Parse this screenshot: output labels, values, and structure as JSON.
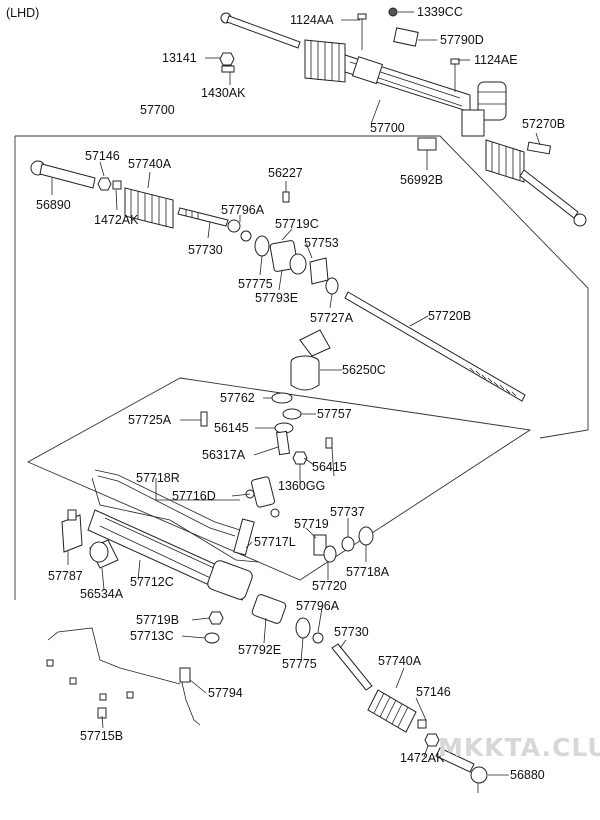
{
  "header": {
    "variant": "(LHD)"
  },
  "watermark": "MKKTA.CLUB",
  "labels": {
    "p1124AA": "1124AA",
    "p1339CC": "1339CC",
    "p57790D": "57790D",
    "p13141": "13141",
    "p1124AE": "1124AE",
    "p1430AK": "1430AK",
    "p57700_top": "57700",
    "p57700_asm": "57700",
    "p57270B": "57270B",
    "p56992B": "56992B",
    "p57146_top": "57146",
    "p57740A_top": "57740A",
    "p56890": "56890",
    "p1472AK_top": "1472AK",
    "p56227": "56227",
    "p57796A_top": "57796A",
    "p57719C": "57719C",
    "p57730_top": "57730",
    "p57753": "57753",
    "p57775_top": "57775",
    "p57793E": "57793E",
    "p57727A": "57727A",
    "p57720B": "57720B",
    "p56250C": "56250C",
    "p57762": "57762",
    "p57757": "57757",
    "p57725A": "57725A",
    "p56145": "56145",
    "p56317A": "56317A",
    "p56415": "56415",
    "p1360GG": "1360GG",
    "p57718R": "57718R",
    "p57716D": "57716D",
    "p57737": "57737",
    "p57719": "57719",
    "p57717L": "57717L",
    "p57787": "57787",
    "p57712C": "57712C",
    "p57720": "57720",
    "p57718A": "57718A",
    "p56534A": "56534A",
    "p57796A_bot": "57796A",
    "p57719B": "57719B",
    "p57730_bot": "57730",
    "p57713C": "57713C",
    "p57792E": "57792E",
    "p57775_bot": "57775",
    "p57740A_bot": "57740A",
    "p57146_bot": "57146",
    "p57794": "57794",
    "p57715B": "57715B",
    "p1472AK_bot": "1472AK",
    "p56880": "56880"
  }
}
